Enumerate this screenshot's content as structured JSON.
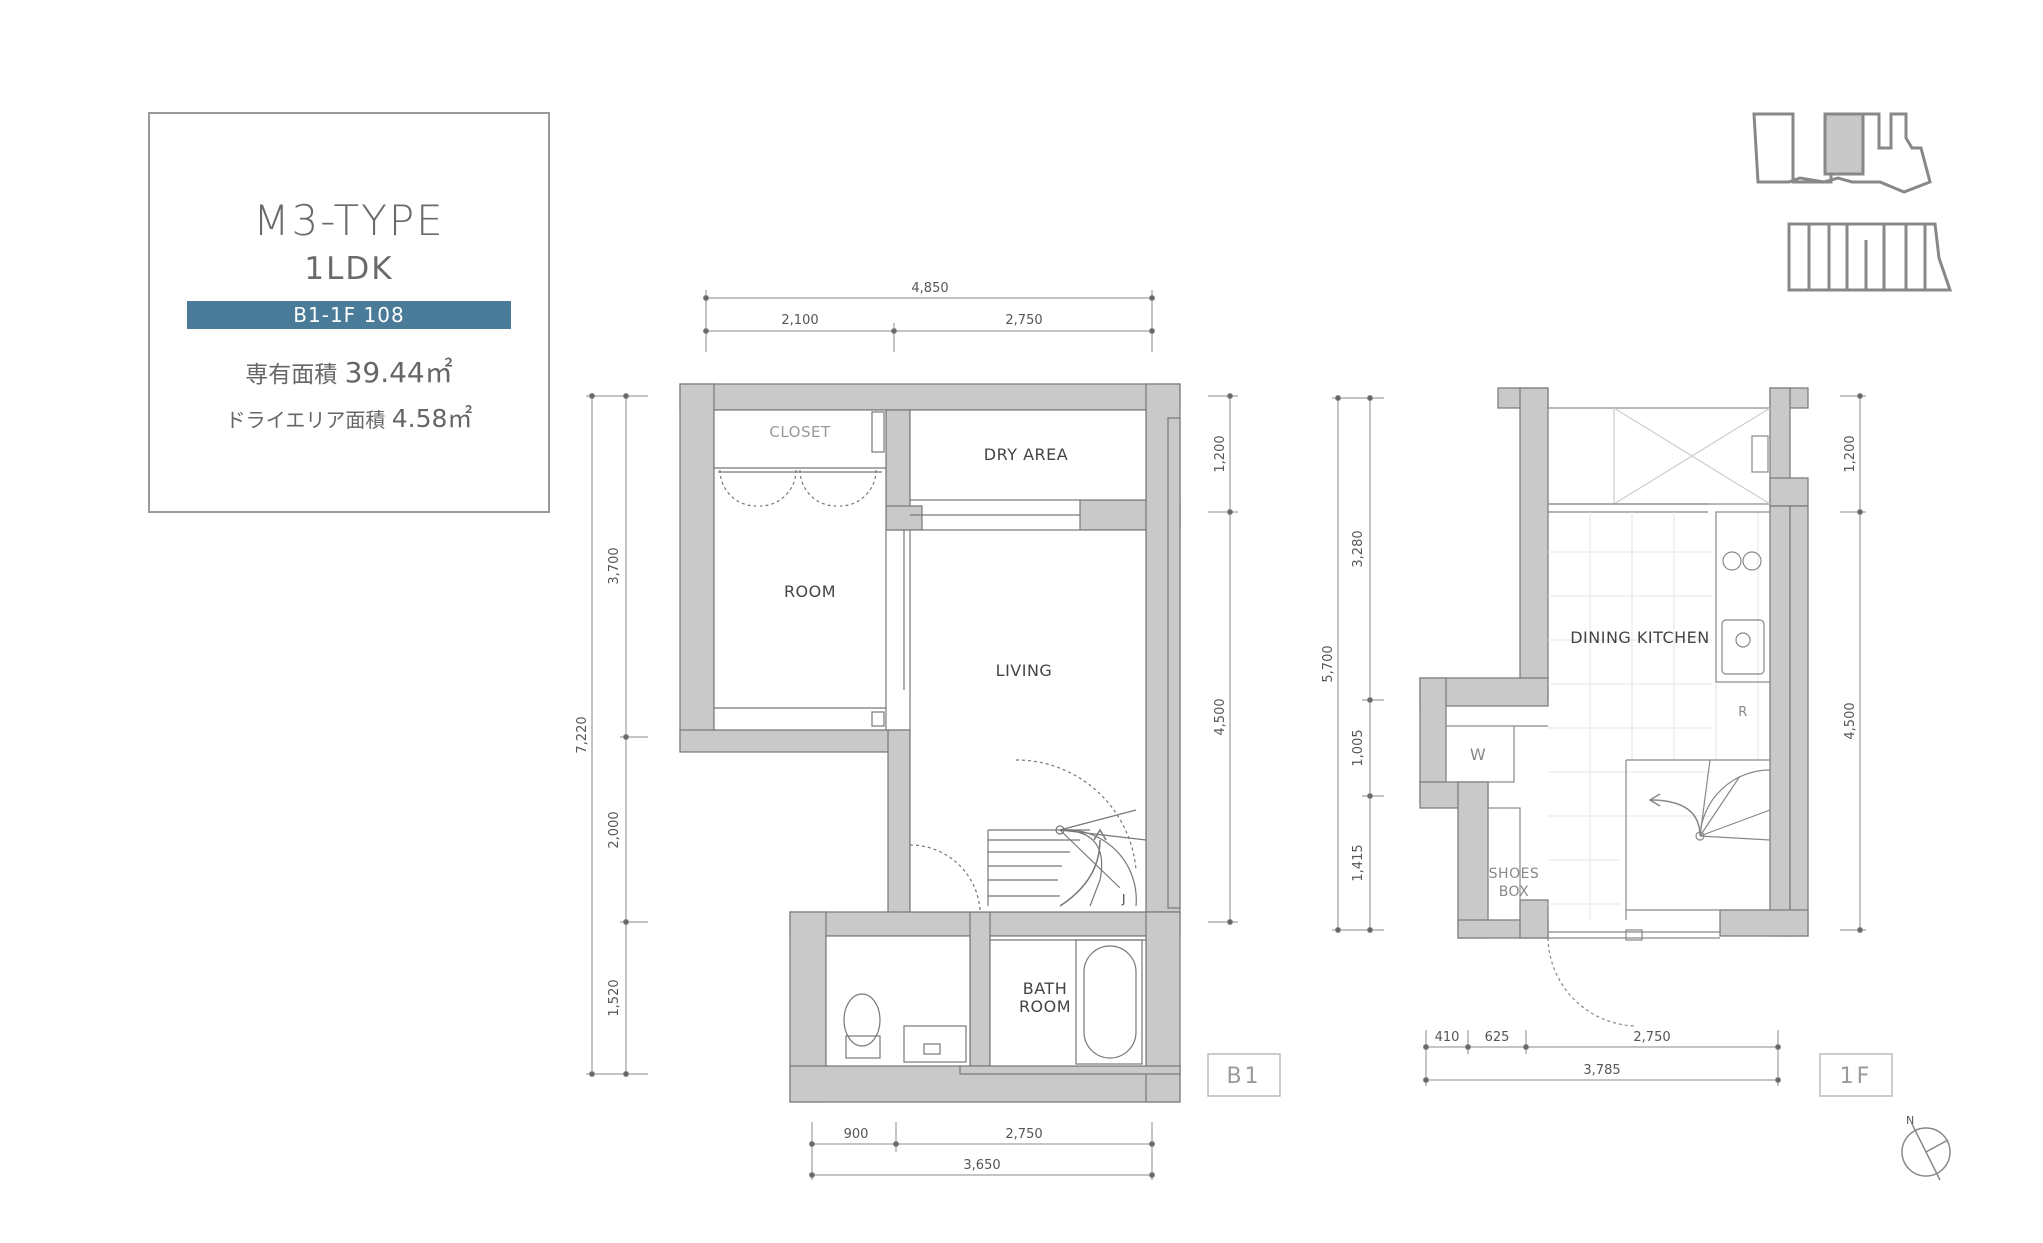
{
  "info": {
    "type_name": "M3-TYPE",
    "layout": "1LDK",
    "unit": "B1-1F  108",
    "area_label": "専有面積",
    "area_value": "39.44㎡",
    "dry_label": "ドライエリア面積",
    "dry_value": "4.58㎡",
    "accent_color": "#4a7b98"
  },
  "b1": {
    "floor_tag": "B1",
    "rooms": {
      "closet": "CLOSET",
      "dry_area": "DRY AREA",
      "room": "ROOM",
      "living": "LIVING",
      "bath_line1": "BATH",
      "bath_line2": "ROOM",
      "stair_mark": "J"
    },
    "dims": {
      "top_total": "4,850",
      "top_left": "2,100",
      "top_right": "2,750",
      "left_total": "7,220",
      "left_a": "3,700",
      "left_b": "2,000",
      "left_c": "1,520",
      "right_a": "1,200",
      "right_b": "4,500",
      "bottom_a": "900",
      "bottom_b": "2,750",
      "bottom_total": "3,650"
    }
  },
  "f1": {
    "floor_tag": "1F",
    "rooms": {
      "dining_kitchen": "DINING KITCHEN",
      "w": "W",
      "r": "R",
      "shoes_line1": "SHOES",
      "shoes_line2": "BOX"
    },
    "dims": {
      "left_total": "5,700",
      "left_a": "3,280",
      "left_b": "1,005",
      "left_c": "1,415",
      "right_a": "1,200",
      "right_b": "4,500",
      "bottom_a": "410",
      "bottom_b": "625",
      "bottom_c": "2,750",
      "bottom_total": "3,785"
    }
  },
  "compass": {
    "north": "N"
  }
}
